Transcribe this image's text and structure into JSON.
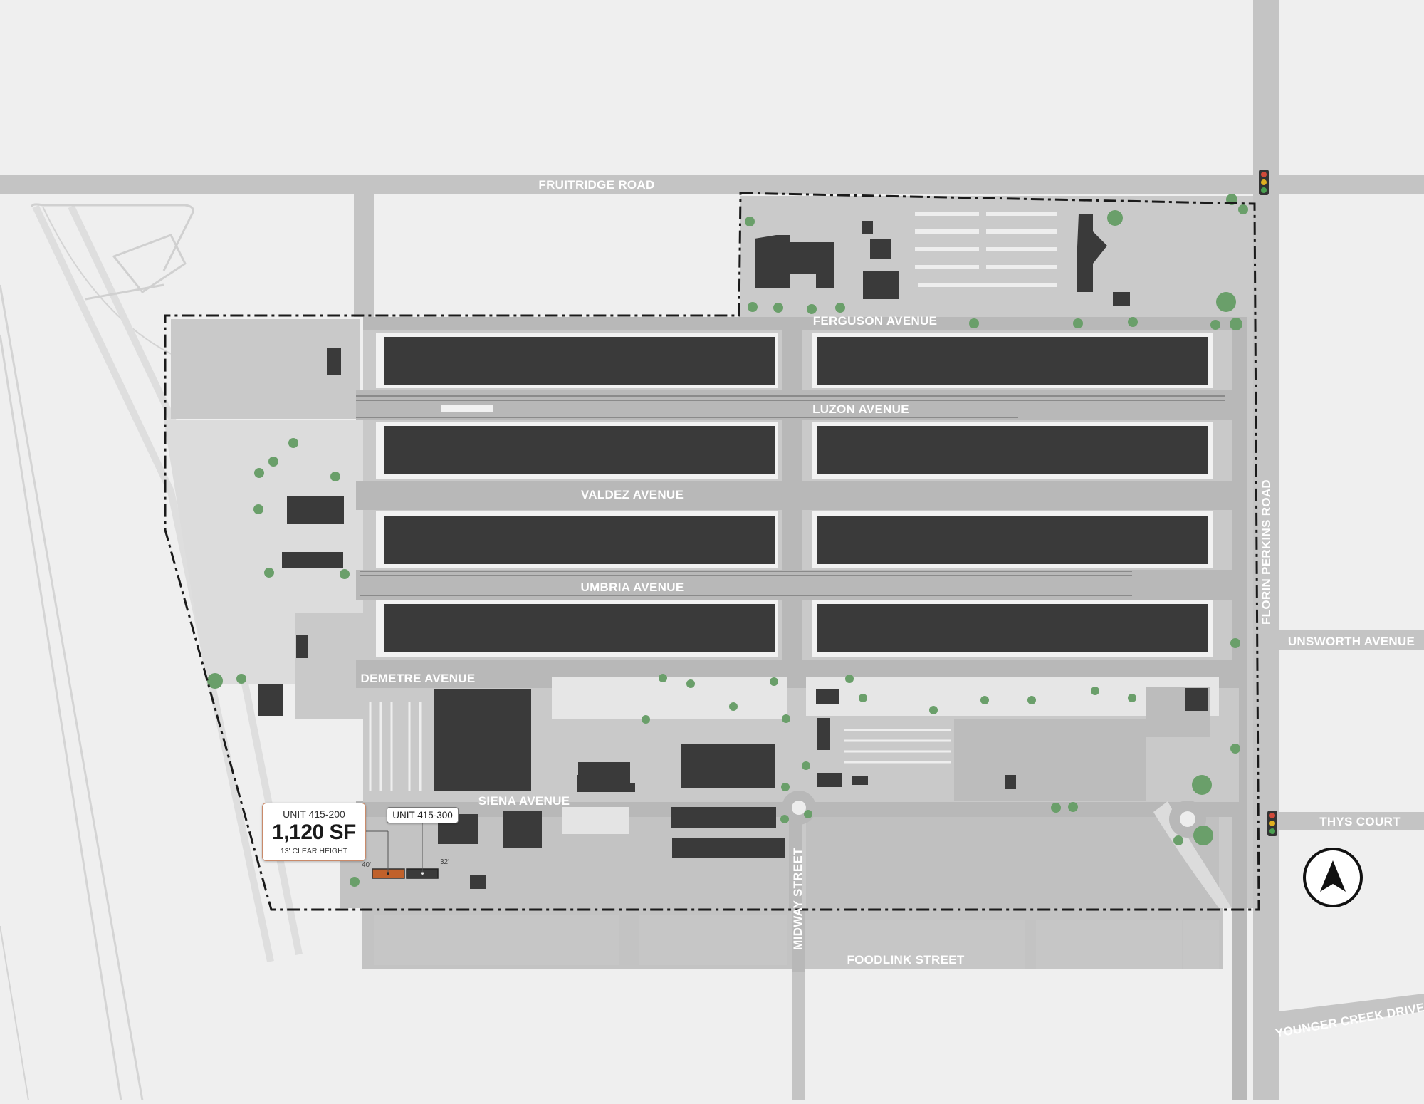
{
  "roads": {
    "fruitridge": "FRUITRIDGE ROAD",
    "ferguson": "FERGUSON AVENUE",
    "luzon": "LUZON AVENUE",
    "valdez": "VALDEZ AVENUE",
    "umbria": "UMBRIA AVENUE",
    "demetre": "DEMETRE AVENUE",
    "siena": "SIENA AVENUE",
    "midway": "MIDWAY STREET",
    "foodlink": "FOODLINK STREET",
    "florin_perkins": "FLORIN PERKINS ROAD",
    "unsworth": "UNSWORTH AVENUE",
    "thys": "THYS COURT",
    "younger_creek": "YOUNGER CREEK DRIVE"
  },
  "units": {
    "primary": {
      "label": "UNIT 415-200",
      "area": "1,120 SF",
      "clear_height": "13' CLEAR HEIGHT"
    },
    "secondary": {
      "label": "UNIT 415-300"
    },
    "dim_left": "40'",
    "dim_right": "32'"
  },
  "colors": {
    "background": "#efefef",
    "road": "#c4c4c4",
    "lot": "#c9c9c9",
    "building": "#3a3a3a",
    "tree": "#6a9f6a",
    "highlight_unit": "#c0612b",
    "boundary": "#1a1a1a"
  },
  "icons": {
    "north_arrow": "north-arrow-icon",
    "traffic_light": "traffic-light-icon"
  }
}
